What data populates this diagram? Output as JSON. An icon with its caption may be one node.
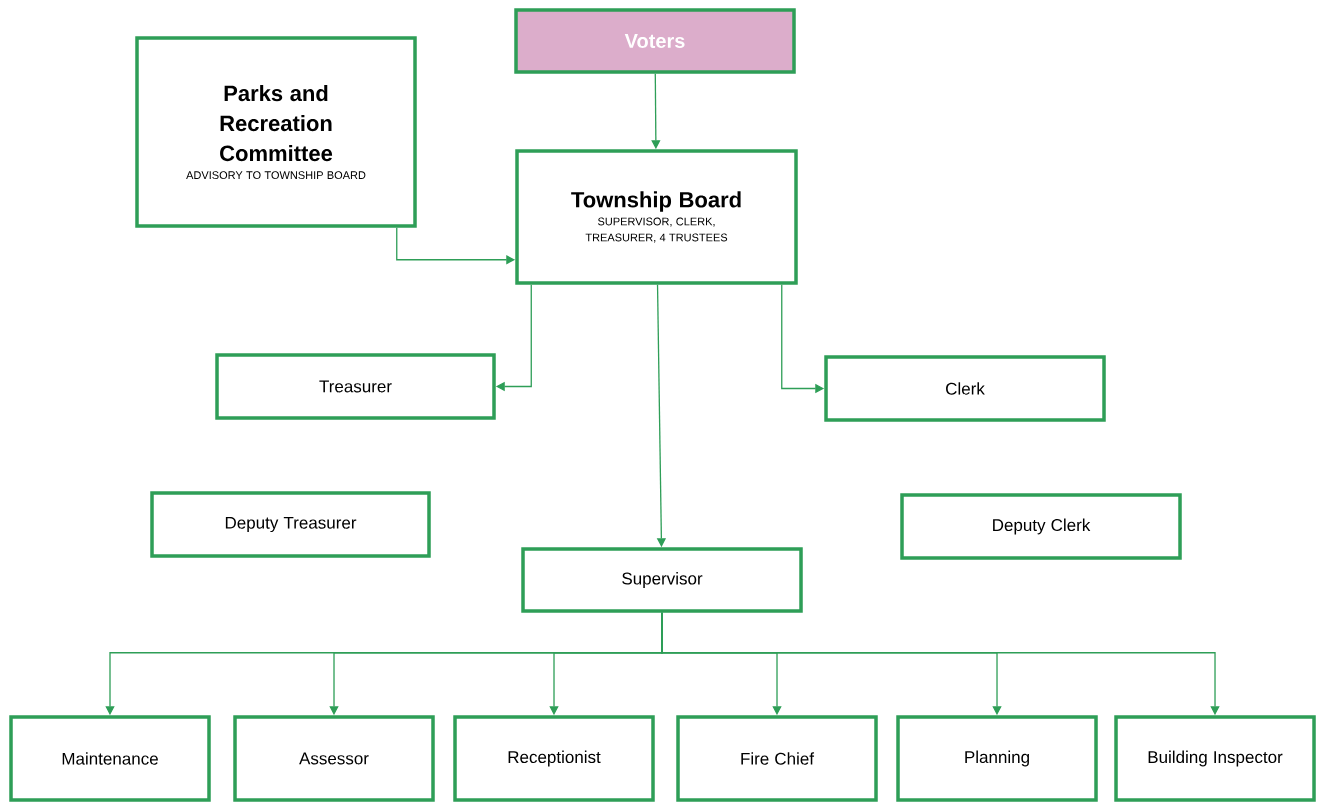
{
  "diagram": {
    "nodes": [
      {
        "text": [
          "Voters"
        ]
      },
      {
        "text": [
          "Parks and Recreation Committee",
          "ADVISORY TO TOWNSHIP BOARD"
        ]
      },
      {
        "text": [
          "Township Board",
          "SUPERVISOR, CLERK, TREASURER, 4 TRUSTEES"
        ]
      },
      {
        "text": [
          "Treasurer"
        ]
      },
      {
        "text": [
          "Clerk"
        ]
      },
      {
        "text": [
          "Deputy Treasurer"
        ]
      },
      {
        "text": [
          "Deputy Clerk"
        ]
      },
      {
        "text": [
          "Supervisor"
        ]
      },
      {
        "text": [
          "Maintenance"
        ]
      },
      {
        "text": [
          "Assessor"
        ]
      },
      {
        "text": [
          "Receptionist"
        ]
      },
      {
        "text": [
          "Fire Chief"
        ]
      },
      {
        "text": [
          "Planning"
        ]
      },
      {
        "text": [
          "Building Inspector"
        ]
      }
    ],
    "edges": [
      {
        "from": 0,
        "to": 2,
        "arrow": "to"
      },
      {
        "from": 1,
        "to": 2,
        "arrow": "to"
      },
      {
        "from": 2,
        "to": 3,
        "arrow": "to"
      },
      {
        "from": 2,
        "to": 4,
        "arrow": "to"
      },
      {
        "from": 2,
        "to": 7,
        "arrow": "to"
      },
      {
        "from": 7,
        "to": 8,
        "arrow": "to"
      },
      {
        "from": 7,
        "to": 9,
        "arrow": "to"
      },
      {
        "from": 7,
        "to": 10,
        "arrow": "to"
      },
      {
        "from": 7,
        "to": 11,
        "arrow": "to"
      },
      {
        "from": 7,
        "to": 12,
        "arrow": "to"
      },
      {
        "from": 7,
        "to": 13,
        "arrow": "to"
      }
    ]
  }
}
